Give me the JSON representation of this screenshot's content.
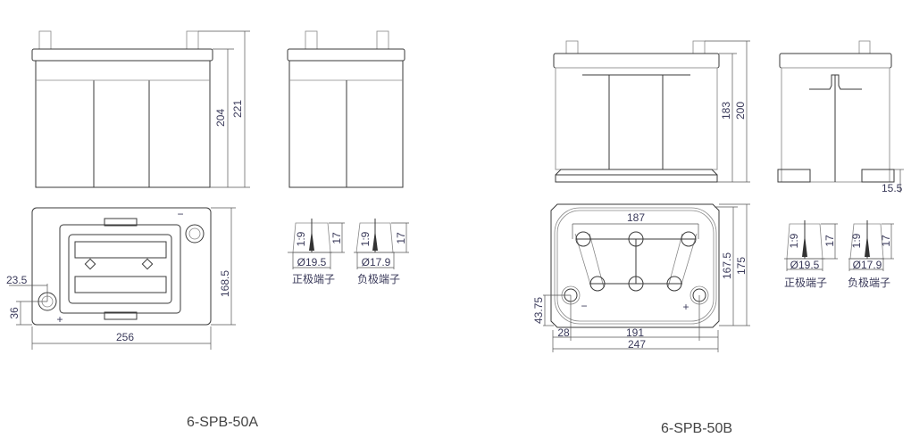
{
  "models": [
    {
      "title": "6-SPB-50A",
      "front_height_body": "204",
      "front_height_total": "221",
      "top_width": "256",
      "top_depth": "168.5",
      "terminal_offset_x": "23.5",
      "terminal_offset_y": "36",
      "positive_terminal": {
        "taper": "1:9",
        "height": "17",
        "diameter": "Ø19.5",
        "label": "正极端子"
      },
      "negative_terminal": {
        "taper": "1:9",
        "height": "17",
        "diameter": "Ø17.9",
        "label": "负极端子"
      },
      "minus_sign": "−",
      "plus_sign": "+"
    },
    {
      "title": "6-SPB-50B",
      "front_height_body": "183",
      "front_height_total": "200",
      "foot_height": "15.5",
      "handle_span": "187",
      "top_width": "247",
      "terminal_spacing": "191",
      "terminal_offset_x": "28",
      "terminal_offset_y": "43.75",
      "top_depth_inner": "167.5",
      "top_depth": "175",
      "positive_terminal": {
        "taper": "1:9",
        "height": "17",
        "diameter": "Ø19.5",
        "label": "正极端子"
      },
      "negative_terminal": {
        "taper": "1:9",
        "height": "17",
        "diameter": "Ø17.9",
        "label": "负极端子"
      },
      "minus_sign": "−",
      "plus_sign": "+"
    }
  ]
}
